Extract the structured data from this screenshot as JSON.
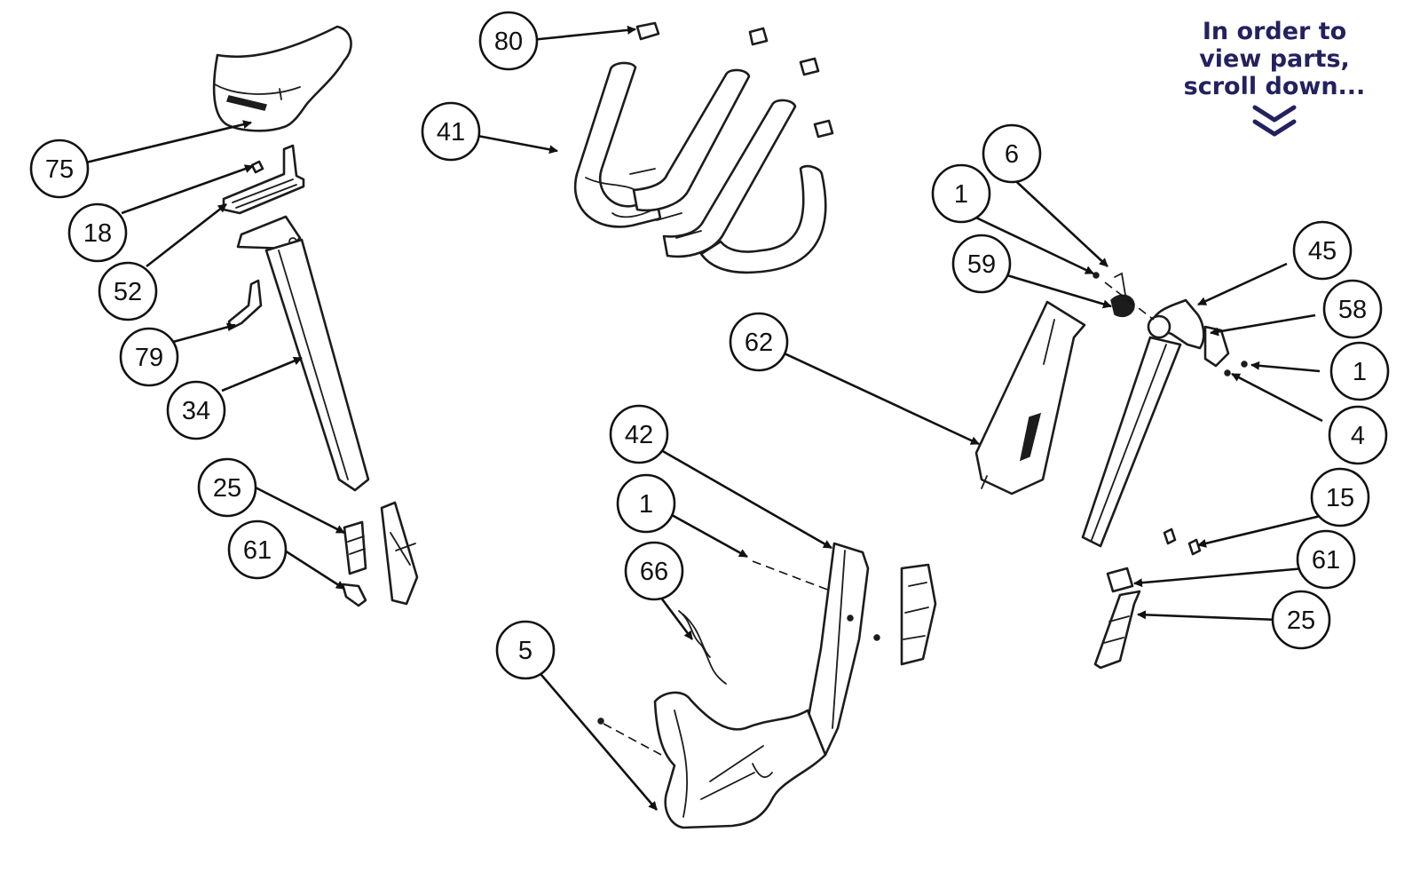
{
  "notice": {
    "lines": [
      "In order to",
      "view parts,",
      "scroll down..."
    ],
    "icon": "double-chevron-down-icon",
    "color": "#24215f"
  },
  "callouts": [
    {
      "id": "seat",
      "label": "75"
    },
    {
      "id": "seat-clamp-knob",
      "label": "18"
    },
    {
      "id": "seat-slider",
      "label": "52"
    },
    {
      "id": "adjust-lever",
      "label": "79"
    },
    {
      "id": "seat-post",
      "label": "34"
    },
    {
      "id": "post-insert-left",
      "label": "25"
    },
    {
      "id": "pin-left",
      "label": "61"
    },
    {
      "id": "end-cap",
      "label": "80"
    },
    {
      "id": "handlebar",
      "label": "41"
    },
    {
      "id": "frame-screw",
      "label": "1"
    },
    {
      "id": "cable-clip",
      "label": "66"
    },
    {
      "id": "frame-tube",
      "label": "42"
    },
    {
      "id": "base-frame",
      "label": "5"
    },
    {
      "id": "cover-panel",
      "label": "62"
    },
    {
      "id": "bolt-top",
      "label": "6"
    },
    {
      "id": "screw-top",
      "label": "1"
    },
    {
      "id": "knob",
      "label": "59"
    },
    {
      "id": "bracket",
      "label": "45"
    },
    {
      "id": "plate",
      "label": "58"
    },
    {
      "id": "screw-right",
      "label": "1"
    },
    {
      "id": "washer",
      "label": "4"
    },
    {
      "id": "nut",
      "label": "15"
    },
    {
      "id": "pin-right",
      "label": "61"
    },
    {
      "id": "post-insert-right",
      "label": "25"
    }
  ]
}
